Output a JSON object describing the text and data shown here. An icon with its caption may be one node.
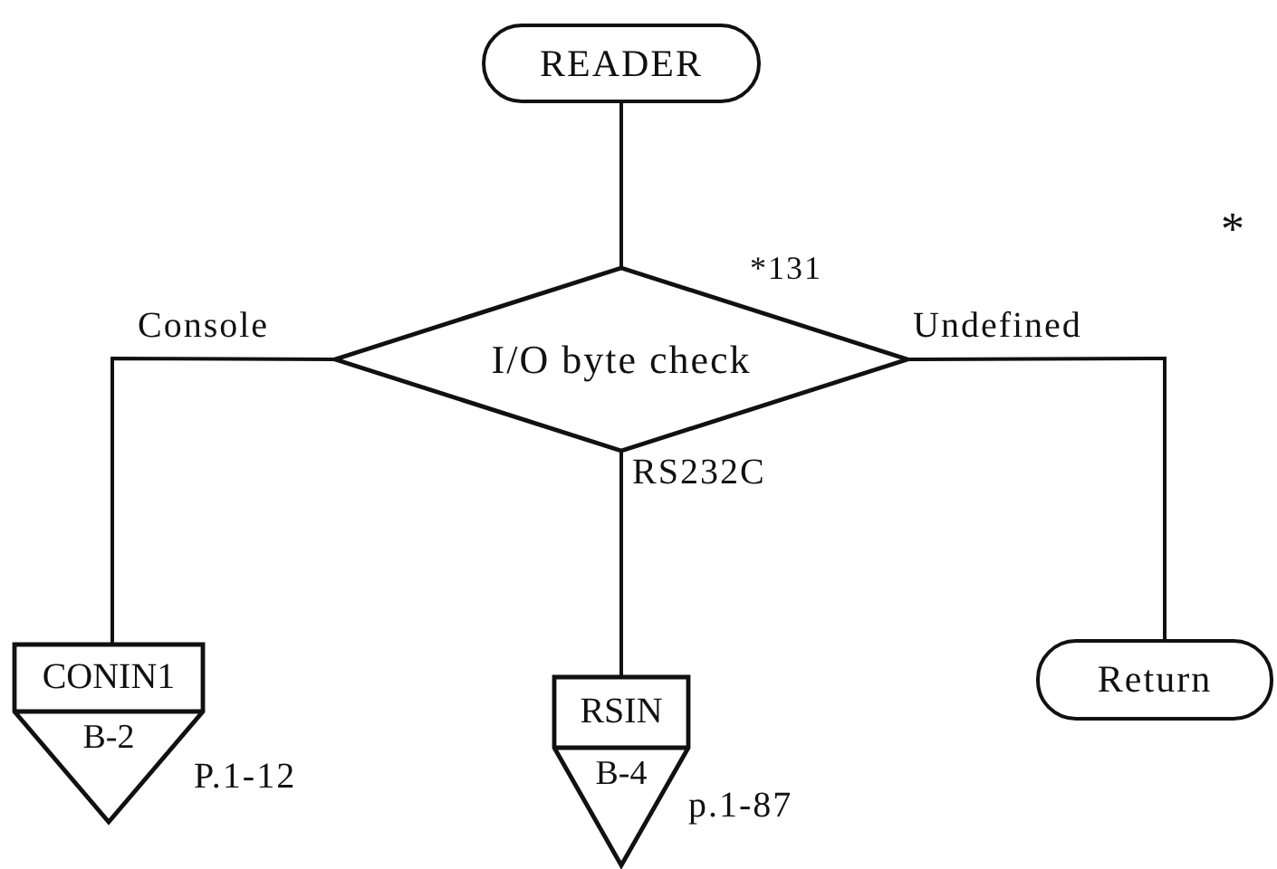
{
  "diagram": {
    "nodes": [
      {
        "text": [
          "READER"
        ]
      },
      {
        "text": [
          "I/O byte check"
        ]
      },
      {
        "text": [
          "CONIN1",
          "B-2"
        ],
        "beside": [
          "P.1-12"
        ]
      },
      {
        "text": [
          "RSIN",
          "B-4"
        ],
        "beside": [
          "p.1-87"
        ]
      },
      {
        "text": [
          "Return"
        ]
      }
    ],
    "edges": [
      {
        "from": 0,
        "to": 1,
        "arrow": "none"
      },
      {
        "from": 1,
        "to": 2,
        "arrow": "none",
        "label": "Console"
      },
      {
        "from": 1,
        "to": 3,
        "arrow": "none",
        "label": "RS232C"
      },
      {
        "from": 1,
        "to": 4,
        "arrow": "none",
        "label": "Undefined"
      }
    ],
    "labels": [
      "*131",
      "*"
    ]
  }
}
